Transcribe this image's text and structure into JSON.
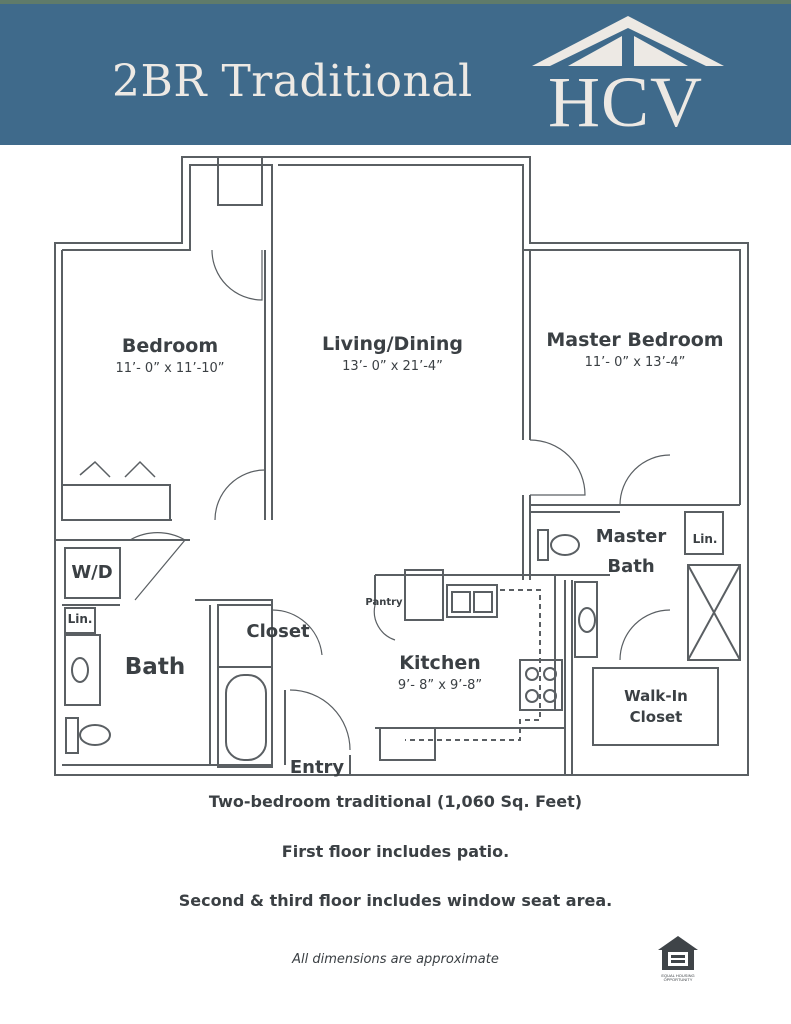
{
  "header": {
    "title": "2BR Traditional",
    "logo_text": "HCV",
    "background": "#3f6a8b"
  },
  "rooms": {
    "bedroom": {
      "name": "Bedroom",
      "dims": "11’- 0” x 11’-10”"
    },
    "living": {
      "name": "Living/Dining",
      "dims": "13’- 0” x 21’-4”"
    },
    "master": {
      "name": "Master Bedroom",
      "dims": "11’- 0” x 13’-4”"
    },
    "master_bath": {
      "name": "Master Bath"
    },
    "lin1": "Lin.",
    "lin2": "Lin.",
    "wd": "W/D",
    "bath": "Bath",
    "closet": "Closet",
    "pantry": "Pantry",
    "kitchen": {
      "name": "Kitchen",
      "dims": "9’- 8” x 9’-8”"
    },
    "walkin": {
      "name": "Walk-In Closet"
    },
    "entry": "Entry"
  },
  "captions": {
    "line1": "Two-bedroom traditional (1,060 Sq. Feet)",
    "line2": "First floor includes patio.",
    "line3": "Second & third floor includes window seat area."
  },
  "footnote": "All dimensions are approximate",
  "eho_logo": "EQUAL HOUSING OPPORTUNITY"
}
